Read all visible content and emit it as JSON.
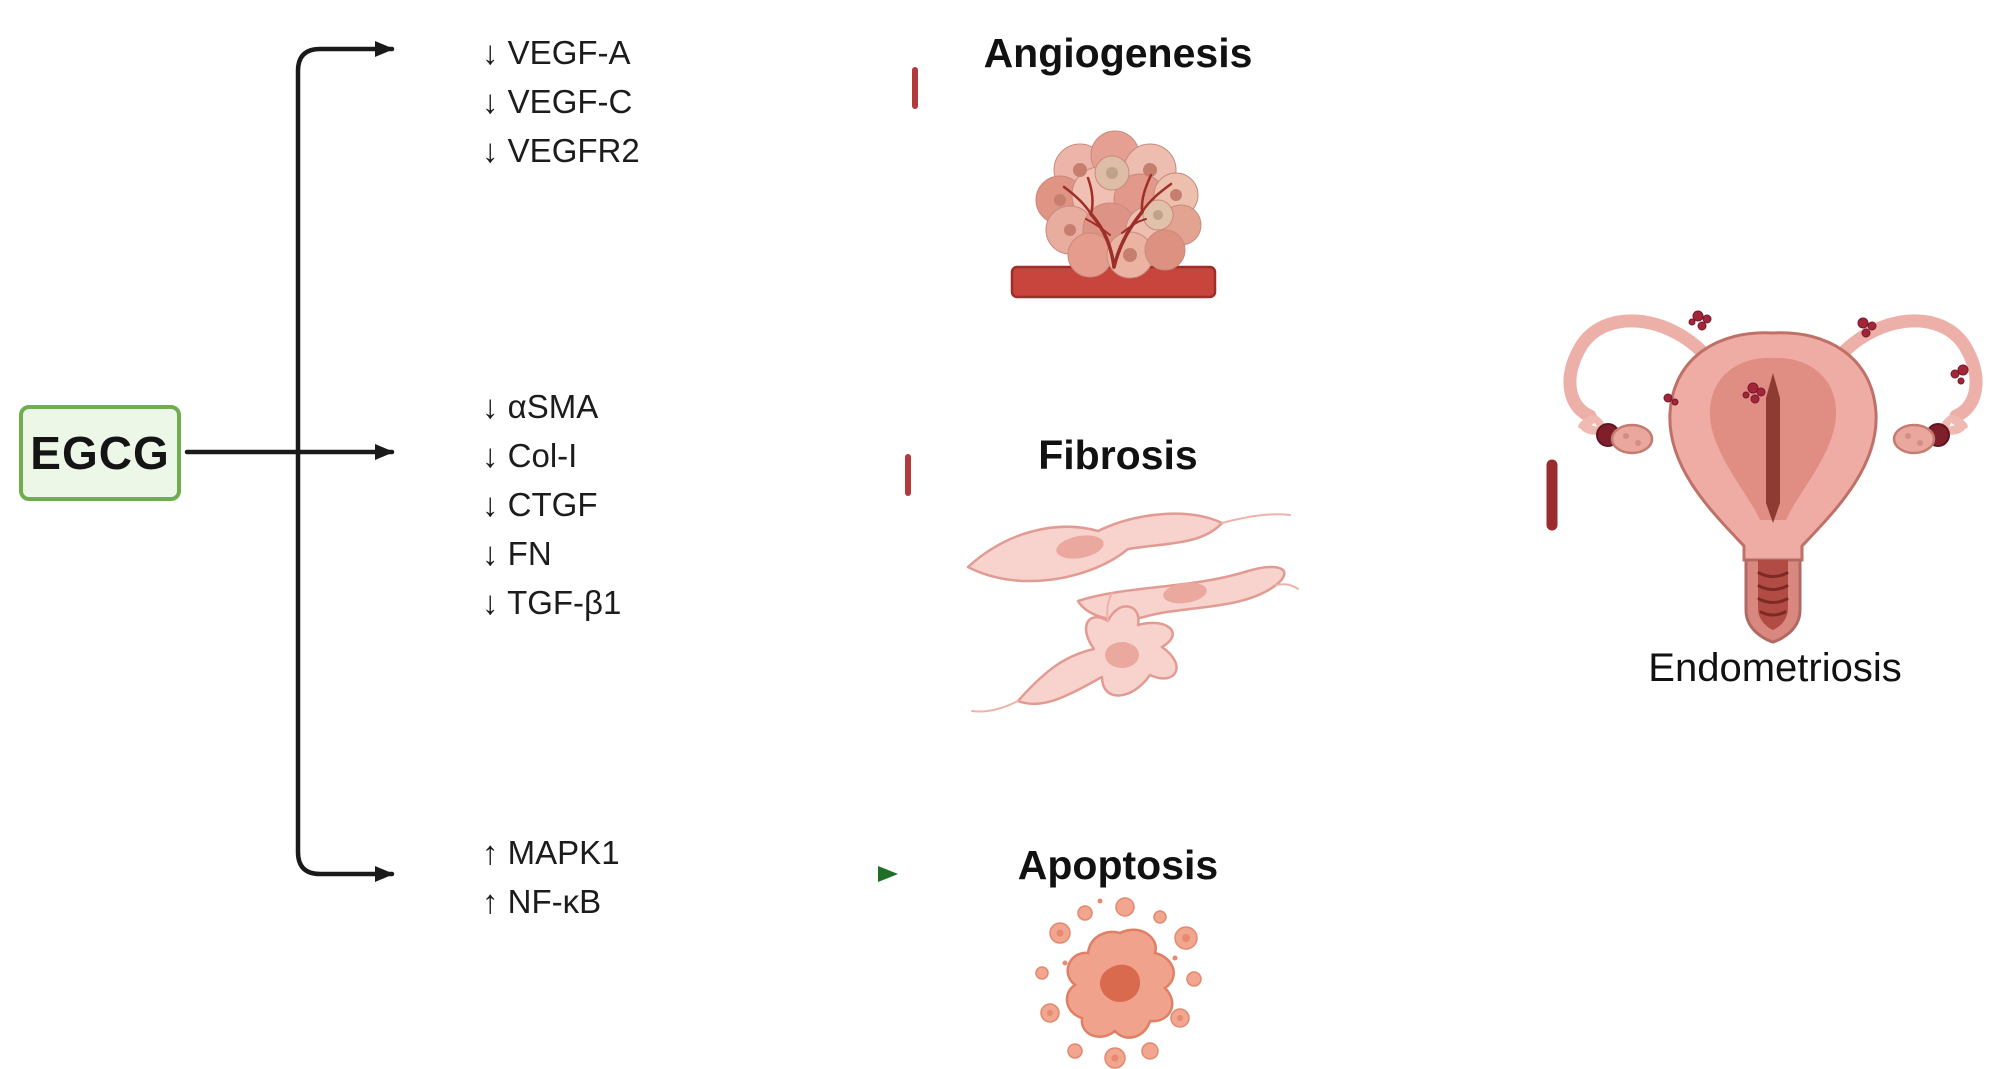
{
  "source": {
    "label": "EGCG"
  },
  "branches": [
    {
      "name": "angiogenesis",
      "items": [
        "↓ VEGF-A",
        "↓ VEGF-C",
        "↓ VEGFR2"
      ],
      "effect": "inhibits",
      "target": "Angiogenesis",
      "icon": "tumor-with-blood-vessel-icon"
    },
    {
      "name": "fibrosis",
      "items": [
        "↓ αSMA",
        "↓ Col-I",
        "↓ CTGF",
        "↓ FN",
        "↓ TGF-β1"
      ],
      "effect": "inhibits",
      "target": "Fibrosis",
      "icon": "fibroblast-cells-icon"
    },
    {
      "name": "apoptosis",
      "items": [
        "↑ MAPK1",
        "↑ NF-κB"
      ],
      "effect": "promotes",
      "target": "Apoptosis",
      "icon": "apoptotic-cell-icon"
    }
  ],
  "outcome": {
    "label": "Endometriosis",
    "effect": "inhibited",
    "icon": "uterus-icon"
  },
  "colors": {
    "egcg_bg": "#edf7e7",
    "egcg_border": "#6fae4f",
    "arrow_black": "#1a1a1a",
    "inhibit_red": "#b23a3a",
    "inhibit_dark_red": "#9c2b2e",
    "promote_green": "#1e6e28"
  }
}
